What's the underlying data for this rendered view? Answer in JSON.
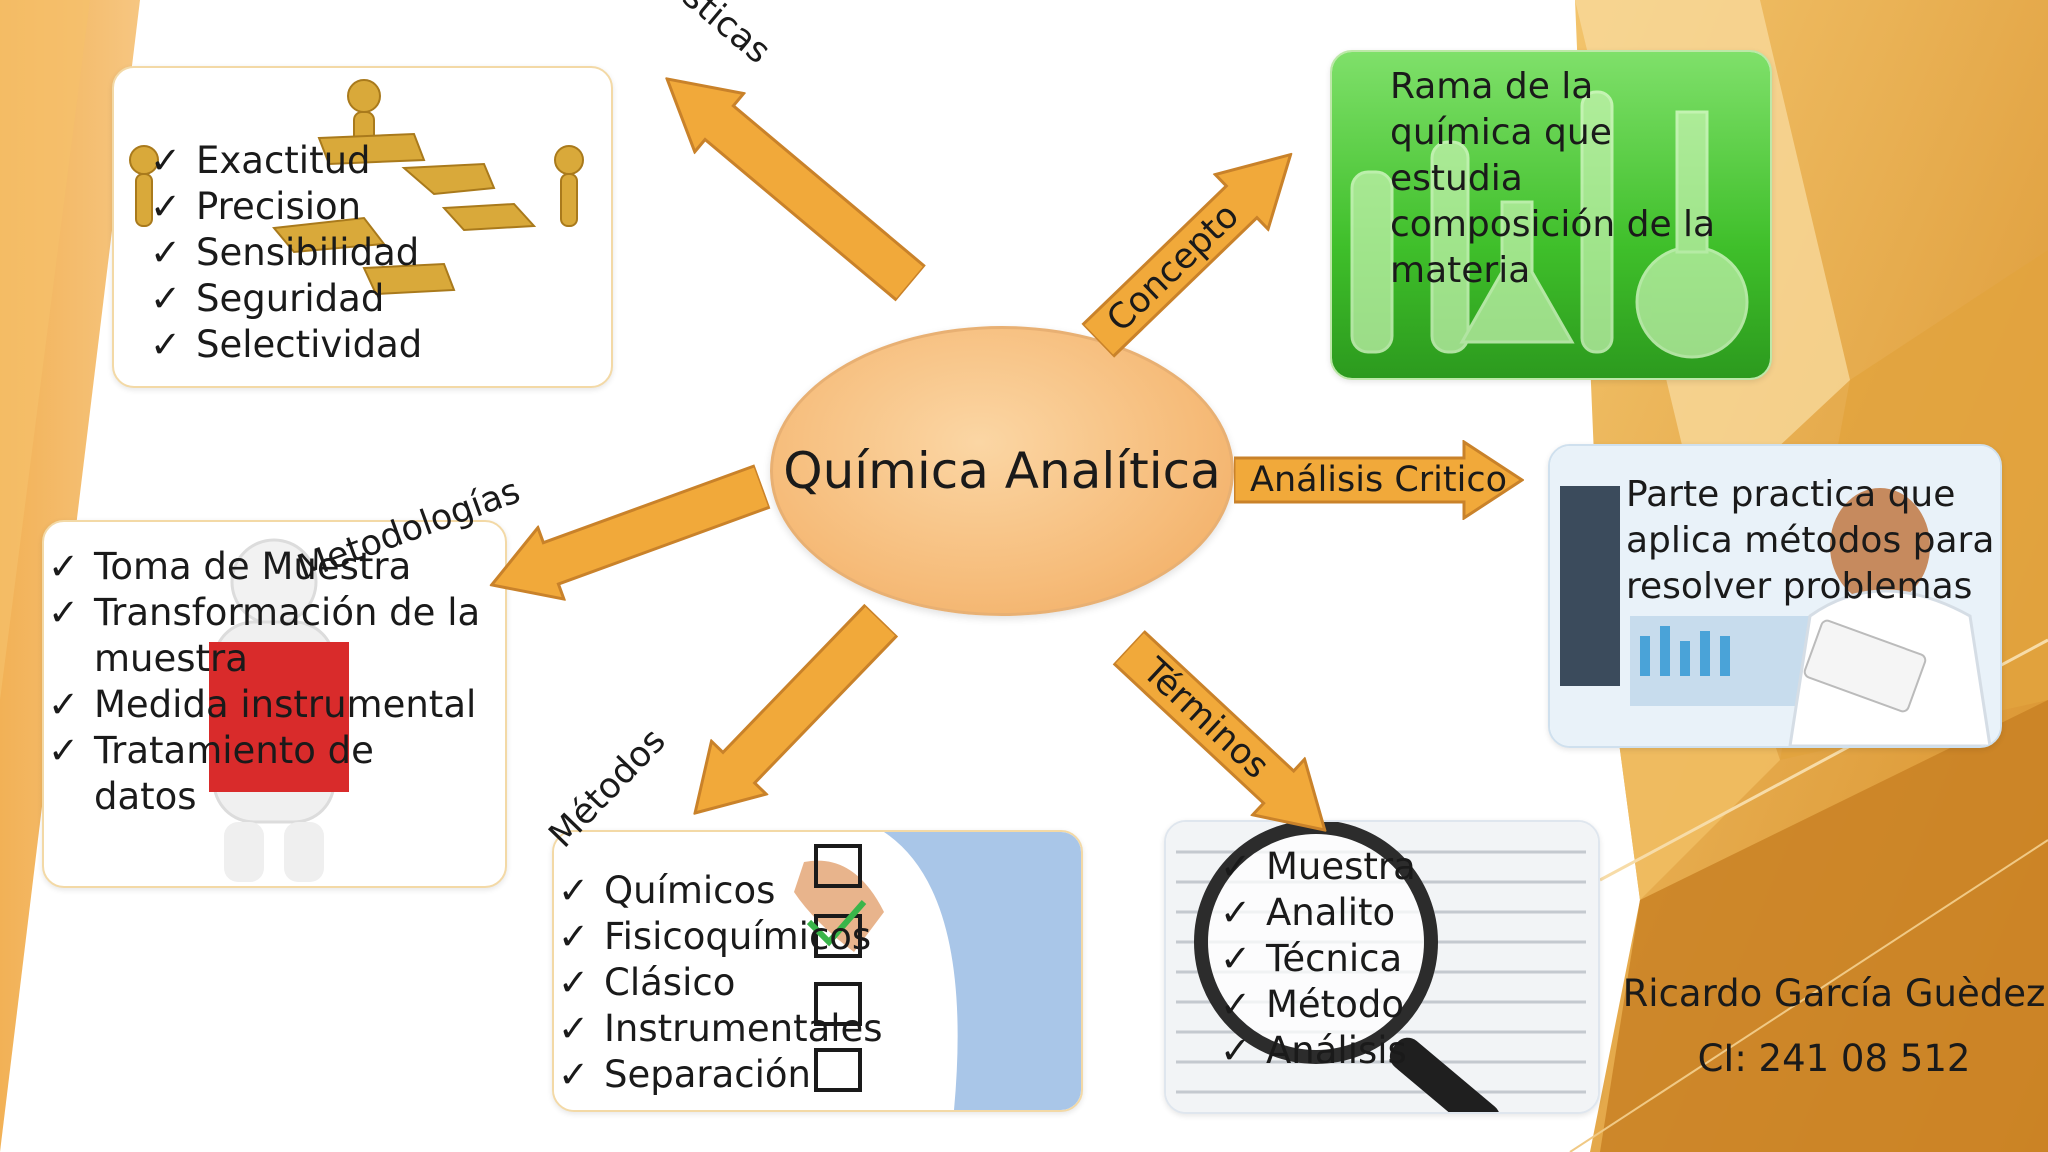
{
  "center": {
    "label": "Química Analítica"
  },
  "arrows": {
    "caracteristicas": "Características",
    "concepto": "Concepto",
    "analisis": "Análisis Critico",
    "metodologias": "Metodologías",
    "metodos": "Métodos",
    "terminos": "Términos"
  },
  "caracteristicas": {
    "items": [
      "Exactitud",
      "Precision",
      "Sensibilidad",
      "Seguridad",
      "Selectividad"
    ]
  },
  "concepto": {
    "text": "Rama de la química que estudia composición de la materia"
  },
  "analisis": {
    "text": "Parte practica que aplica métodos para resolver problemas"
  },
  "metodologias": {
    "items": [
      "Toma de Muestra",
      "Transformación de la muestra",
      "Medida instrumental",
      "Tratamiento de datos"
    ]
  },
  "metodos": {
    "items": [
      "Químicos",
      "Fisicoquímicos",
      "Clásico",
      "Instrumentales",
      "Separación"
    ]
  },
  "terminos": {
    "items": [
      "Muestra",
      "Analito",
      "Técnica",
      "Método",
      "Análisis"
    ]
  },
  "author": {
    "name": "Ricardo García Guèdez",
    "ci": "CI: 241 08 512"
  },
  "check_glyph": "✓",
  "colors": {
    "arrow_fill": "#f1a93a",
    "arrow_stroke": "#c9822a",
    "center_fill": "#f6bc7a",
    "accent_gold": "#e3a52f",
    "lab_green": "#3fbf2a"
  }
}
